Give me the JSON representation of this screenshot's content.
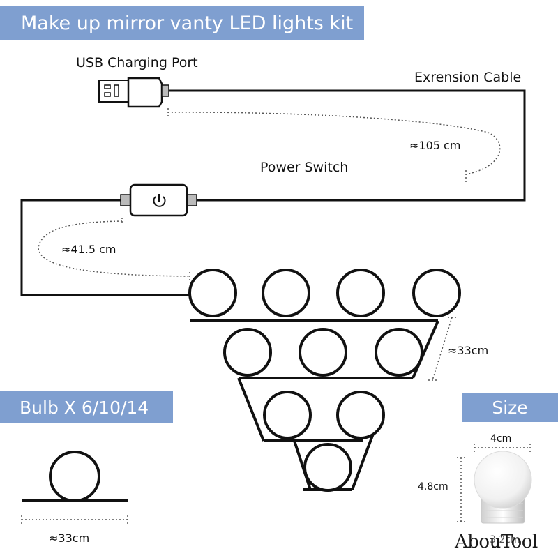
{
  "title": "Make up mirror vanty LED lights kit",
  "labels": {
    "usb_port": "USB Charging Port",
    "extension_cable": "Exrension Cable",
    "power_switch": "Power Switch"
  },
  "measurements": {
    "cable_long": "≈105 cm",
    "cable_short": "≈41.5 cm",
    "bulb_spacing": "≈33cm",
    "bulb_span": "≈33cm"
  },
  "bulb_section": {
    "heading": "Bulb X 6/10/14"
  },
  "size_section": {
    "heading": "Size",
    "width": "4cm",
    "height": "4.8cm",
    "base": "3.2cm"
  },
  "brand": "AbouTool",
  "colors": {
    "banner": "#7f9fd0",
    "line": "#111111",
    "dotted": "#555555"
  }
}
